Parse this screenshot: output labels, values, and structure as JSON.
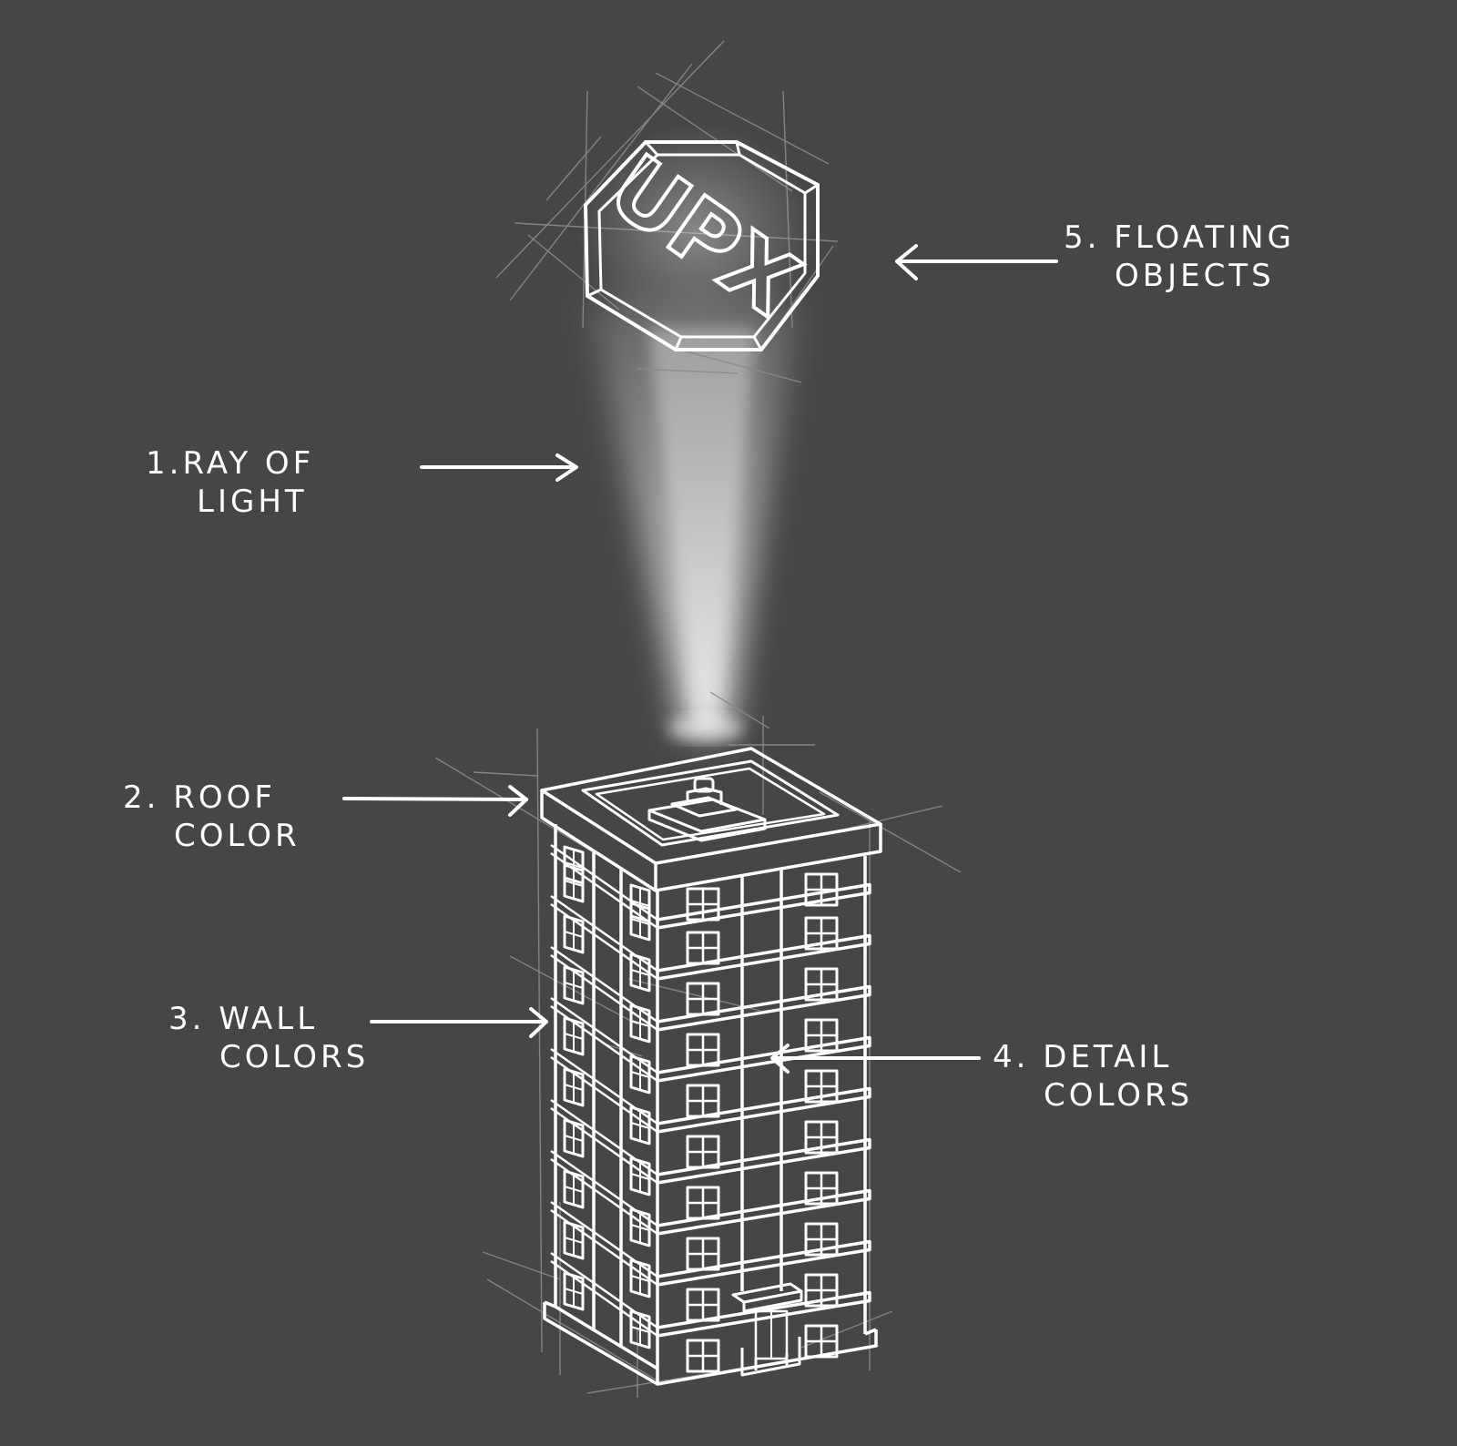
{
  "colors": {
    "background": "#464646",
    "ink": "#ffffff",
    "guide": "#8a8a8a",
    "beam": "#ffffff"
  },
  "sign": {
    "text": "UPX",
    "shape": "octagon"
  },
  "annotations": [
    {
      "id": "ray-of-light",
      "number": "1.",
      "line1": "Ray of",
      "line2": "Light"
    },
    {
      "id": "roof-color",
      "number": "2.",
      "line1": "Roof",
      "line2": "Color"
    },
    {
      "id": "wall-colors",
      "number": "3.",
      "line1": "Wall",
      "line2": "colors"
    },
    {
      "id": "detail-colors",
      "number": "4.",
      "line1": "Detail",
      "line2": "colors"
    },
    {
      "id": "floating-objects",
      "number": "5.",
      "line1": "Floating",
      "line2": "objects"
    }
  ]
}
